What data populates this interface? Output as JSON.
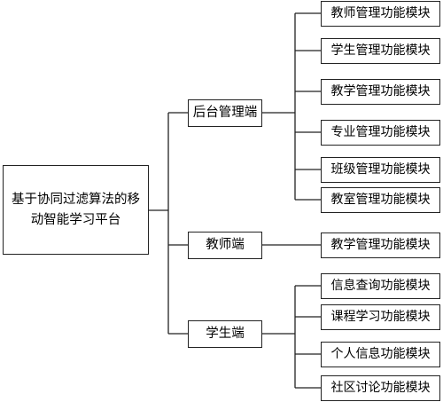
{
  "root": {
    "label": "基于协同过滤算法的移动智能学习平台"
  },
  "branches": [
    {
      "label": "后台管理端",
      "modules": [
        "教师管理功能模块",
        "学生管理功能模块",
        "教学管理功能模块",
        "专业管理功能模块",
        "班级管理功能模块",
        "教室管理功能模块"
      ]
    },
    {
      "label": "教师端",
      "modules": [
        "教学管理功能模块"
      ]
    },
    {
      "label": "学生端",
      "modules": [
        "信息查询功能模块",
        "课程学习功能模块",
        "个人信息功能模块",
        "社区讨论功能模块"
      ]
    }
  ]
}
